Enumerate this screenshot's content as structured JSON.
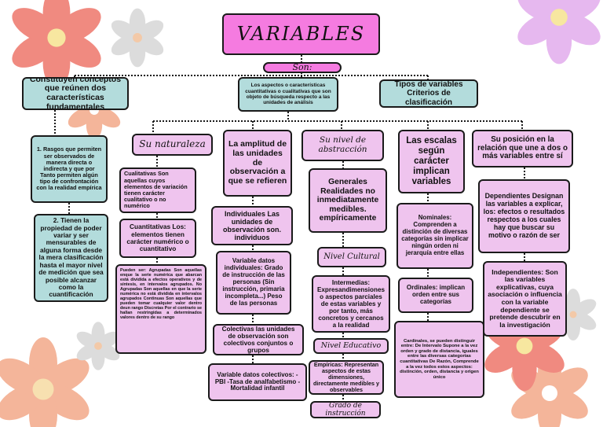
{
  "title": "VARIABLES",
  "connector": "Son:",
  "top": {
    "left": "Constituyen conceptos que reúnen dos características fundamentales",
    "center": "Los aspectos o características cuantitativas o cualitativas que son objeto de búsqueda respecto a las unidades de análisis",
    "right": "Tipos de variables Criterios de clasificación"
  },
  "features": [
    "1. Rasgos que permiten ser observados de manera directa o indirecta y que por Tanto permiten algún tipo de confrontación con la realidad empírica",
    "2. Tienen la propiedad de poder variar y ser mensurables de alguna forma desde la mera clasificación hasta el mayor nivel de medición que sea posible alcanzar como la cuantificación"
  ],
  "naturaleza": {
    "header": "Su naturaleza",
    "items": [
      "Cualitativas Son aquellas cuyos elementos de variación tienen carácter cualitativo o no numérico",
      "Cuantitativas Los: elementos tienen carácter numérico o cuantitativo",
      "Pueden ser: Agrupadas Son aquellas enque la serie numérica que abarcan está dividida a efectos operativos y de síntesis, en intervalos agrupados. No Agrupadas Son aquellas en que la serie numérica no está dividida en intervalos agrupados Continuas Son aquellas que pueden tomar cualquier valor dentro deun rango Discretas Por el contrario se hallan restringidas a determinados valores dentro de su rango"
    ]
  },
  "amplitud": {
    "header": "La amplitud de las unidades de observación a que se refieren",
    "items": [
      "Individuales Las unidades de observación son. individuos",
      "Variable datos individuales: Grado de instrucción de las personas (Sin instrucción, primaria incompleta...) Peso de las personas",
      "Colectivas las unidades de observación son colectivos conjuntos o grupos",
      "Variable datos colectivos: -PBI -Tasa de analfabetismo -Mortalidad infantil"
    ]
  },
  "abstraccion": {
    "header": "Su nivel de abstracción",
    "items": [
      "Generales Realidades no inmediatamente medibles. empíricamente",
      "Nivel Cultural",
      "Intermedias: Expresandimensiones o aspectos parciales de estas variables y por tanto, más concretos y cercanos a la realidad",
      "Nivel Educativo",
      "Empíricas: Representan aspectos de estas dimensiones, directamente medibles y observables",
      "Grado de instrucción"
    ]
  },
  "escalas": {
    "header": "Las escalas según carácter implican variables",
    "items": [
      "Nominales: Comprenden a distinción de diversas categorías sin implicar ningún orden ni jerarquía entre ellas",
      "Ordinales: implican orden entre sus categorías",
      "Cardinales, se pueden distinguir entre: De Intervalo Supone a la vez orden y grado de distancia, iguales entre las diversas categorías cuantitativas De Razón, Comprende a la vez todos estos aspectos: distinción, orden, distancia y origen único"
    ]
  },
  "posicion": {
    "header": "Su posición en la relación que une a dos o más variables entre sí",
    "items": [
      "Dependientes Designan las variables a explicar, los: efectos o resultados respectos a los cuales hay que buscar su motivo o razón de ser",
      "Independientes: Son las variables explicativas, cuya asociación o influencia con la variable dependiente se pretende descubrir en la investigación"
    ]
  },
  "colors": {
    "teal": "#b3dcdc",
    "pink": "#efc4ee",
    "title_pink": "#f57be0",
    "flower_coral": "#f08a80",
    "flower_peach": "#f4b59a",
    "flower_lilac": "#e6b8ef",
    "flower_gray": "#dcdcdc"
  }
}
